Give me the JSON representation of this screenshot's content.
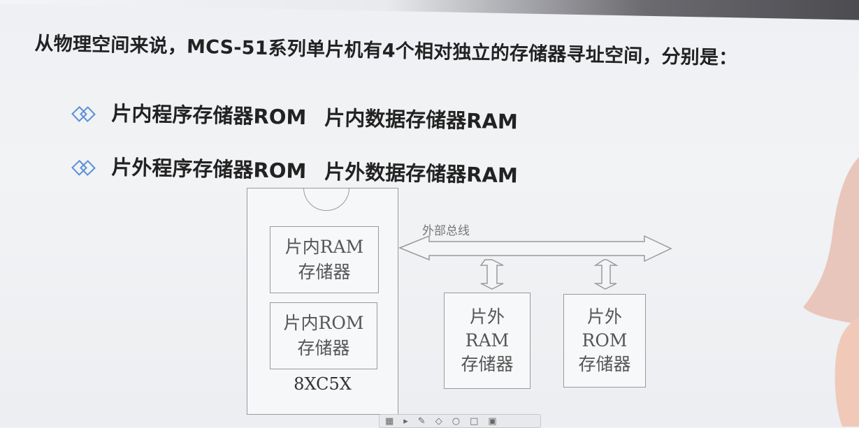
{
  "slide": {
    "title": "从物理空间来说，MCS-51系列单片机有4个相对独立的存储器寻址空间，分别是：",
    "bullets": [
      {
        "left": "片内程序存储器ROM",
        "right": "片内数据存储器RAM"
      },
      {
        "left": "片外程序存储器ROM",
        "right": "片外数据存储器RAM"
      }
    ]
  },
  "diagram": {
    "chip_name": "8XC5X",
    "internal_ram": {
      "line1": "片内RAM",
      "line2": "存储器"
    },
    "internal_rom": {
      "line1": "片内ROM",
      "line2": "存储器"
    },
    "bus_label": "外部总线",
    "external_ram": {
      "line1": "片外",
      "line2": "RAM",
      "line3": "存储器"
    },
    "external_rom": {
      "line1": "片外",
      "line2": "ROM",
      "line3": "存储器"
    }
  },
  "colors": {
    "bullet_icon": "#5b8fd6",
    "outline": "#9a9a9a",
    "text": "#222222"
  },
  "icons": [
    "diamond-bullet-icon",
    "double-arrow-icon"
  ]
}
